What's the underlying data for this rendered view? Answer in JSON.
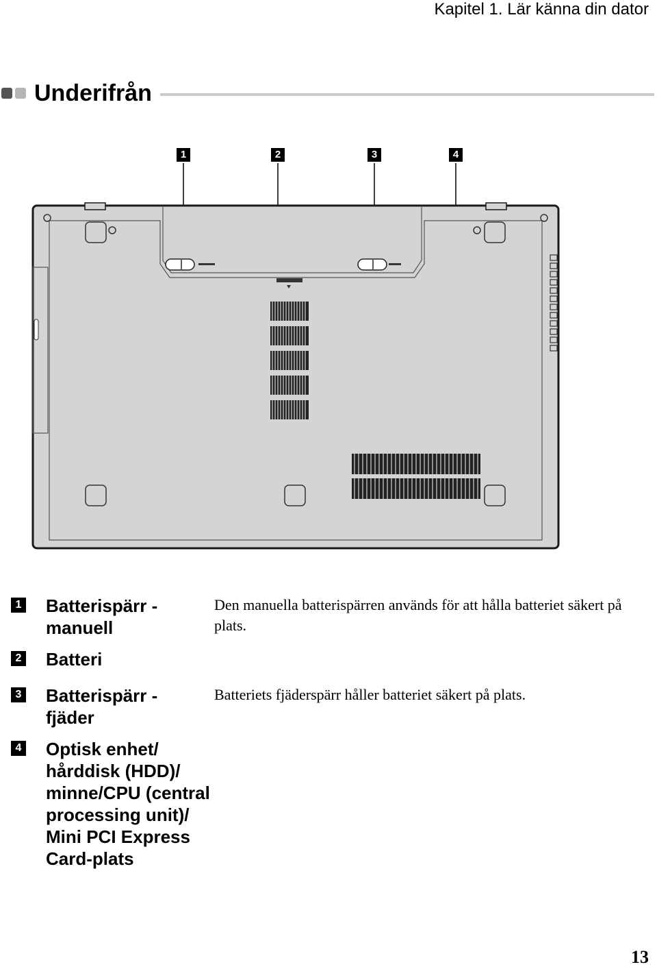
{
  "header": {
    "chapter": "Kapitel 1. Lär känna din dator"
  },
  "section": {
    "title": "Underifrån"
  },
  "diagram": {
    "callouts": [
      "1",
      "2",
      "3",
      "4"
    ]
  },
  "items": [
    {
      "num": "1",
      "label": "Batterispärr - manuell",
      "desc": "Den manuella batterispärren används för att hålla batteriet säkert på plats."
    },
    {
      "num": "2",
      "label": "Batteri",
      "desc": ""
    },
    {
      "num": "3",
      "label": "Batterispärr - fjäder",
      "desc": "Batteriets fjäderspärr håller batteriet säkert på plats."
    },
    {
      "num": "4",
      "label": "Optisk enhet/ hårddisk (HDD)/ minne/CPU (central processing unit)/ Mini PCI Express Card-plats",
      "desc": ""
    }
  ],
  "page_number": "13"
}
